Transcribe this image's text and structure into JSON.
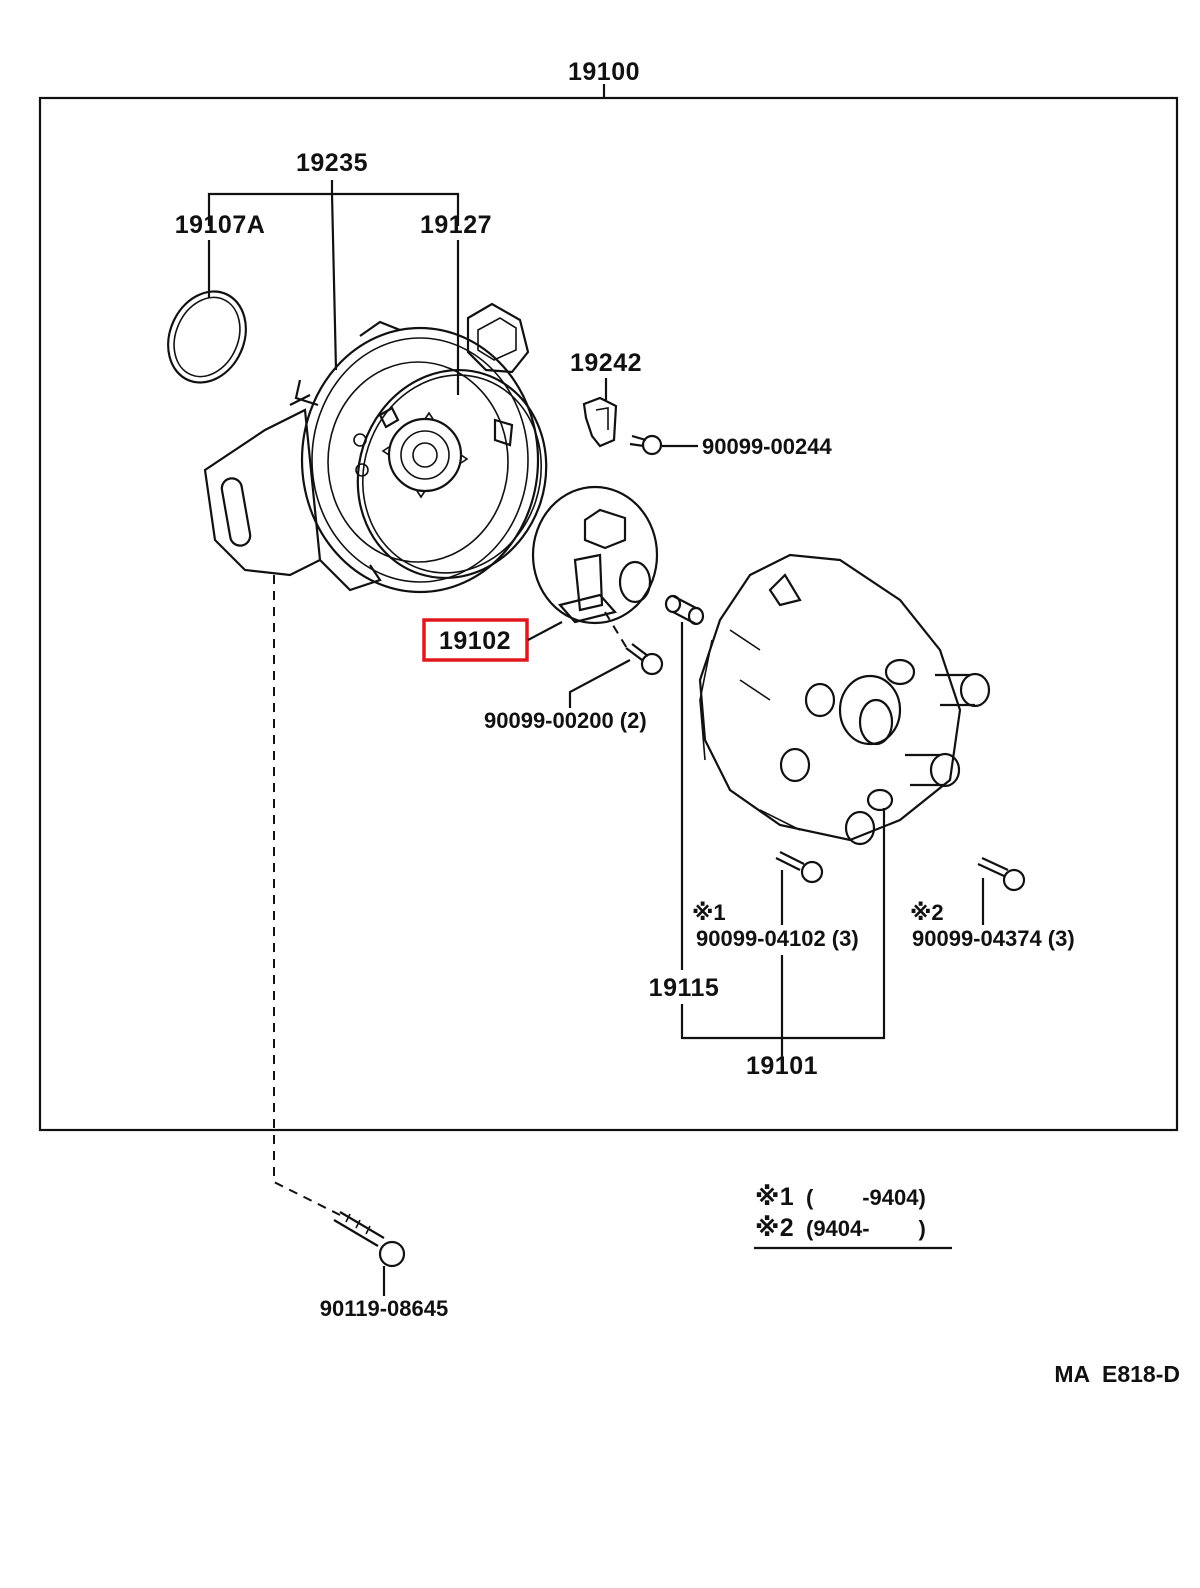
{
  "callouts": {
    "assembly": "19100",
    "housing": "19235",
    "o_ring": "19107A",
    "gasket": "19127",
    "sensor": "19242",
    "sensor_screw": "90099-00244",
    "rotor": "19102",
    "rotor_screw": "90099-00200 (2)",
    "cap_insert": "19115",
    "cap": "19101",
    "cap_screw_1": "90099-04102 (3)",
    "cap_screw_2": "90099-04374 (3)",
    "mount_bolt": "90119-08645"
  },
  "markers": {
    "mark1": "※1",
    "mark2": "※2"
  },
  "legend": {
    "row1_mark": "※1",
    "row1_range": "(        -9404)",
    "row2_mark": "※2",
    "row2_range": "(9404-        )"
  },
  "reference_code": "MA  E818-D",
  "highlight": {
    "part": "19102",
    "color": "#e0171c"
  }
}
